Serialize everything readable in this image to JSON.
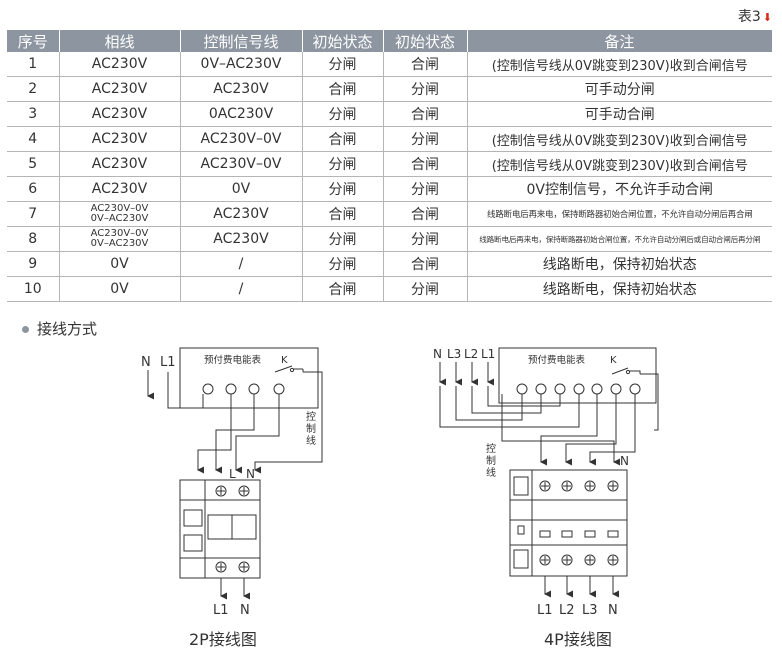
{
  "table_tag": "表3",
  "headers": [
    "序号",
    "相线",
    "控制信号线",
    "初始状态",
    "初始状态",
    "备注"
  ],
  "rows": [
    {
      "no": "1",
      "phase": "AC230V",
      "signal": "0V–AC230V",
      "s1": "分闸",
      "s2": "合闸",
      "note": "(控制信号线从0V跳变到230V)收到合闸信号"
    },
    {
      "no": "2",
      "phase": "AC230V",
      "signal": "AC230V",
      "s1": "合闸",
      "s2": "分闸",
      "note": "可手动分闸"
    },
    {
      "no": "3",
      "phase": "AC230V",
      "signal": "0AC230V",
      "s1": "分闸",
      "s2": "合闸",
      "note": "可手动合闸"
    },
    {
      "no": "4",
      "phase": "AC230V",
      "signal": "AC230V–0V",
      "s1": "合闸",
      "s2": "分闸",
      "note": "(控制信号线从0V跳变到230V)收到合闸信号"
    },
    {
      "no": "5",
      "phase": "AC230V",
      "signal": "AC230V–0V",
      "s1": "分闸",
      "s2": "合闸",
      "note": "(控制信号线从0V跳变到230V)收到合闸信号"
    },
    {
      "no": "6",
      "phase": "AC230V",
      "signal": "0V",
      "s1": "分闸",
      "s2": "分闸",
      "note": "0V控制信号，不允许手动合闸"
    },
    {
      "no": "7",
      "phase_l1": "AC230V–0V",
      "phase_l2": "0V–AC230V",
      "signal": "AC230V",
      "s1": "合闸",
      "s2": "合闸",
      "note": "线路断电后再来电，保持断路器初始合闸位置，不允许自动分闸后再合闸"
    },
    {
      "no": "8",
      "phase_l1": "AC230V–0V",
      "phase_l2": "0V–AC230V",
      "signal": "AC230V",
      "s1": "分闸",
      "s2": "分闸",
      "note": "线路断电后再来电，保持断路器初始合闸位置，不允许自动分闸后或自动合闸后再分闸"
    },
    {
      "no": "9",
      "phase": "0V",
      "signal": "/",
      "s1": "分闸",
      "s2": "合闸",
      "note": "线路断电，保持初始状态"
    },
    {
      "no": "10",
      "phase": "0V",
      "signal": "/",
      "s1": "合闸",
      "s2": "分闸",
      "note": "线路断电，保持初始状态"
    }
  ],
  "section_title": "接线方式",
  "diagram_2p": {
    "caption": "2P接线图",
    "meter_label": "预付费电能表",
    "k": "K",
    "in_n": "N",
    "in_l1": "L1",
    "ctrl": "控制线",
    "top_l": "L",
    "top_n": "N",
    "out_l1": "L1",
    "out_n": "N"
  },
  "diagram_4p": {
    "caption": "4P接线图",
    "meter_label": "预付费电能表",
    "k": "K",
    "in_n": "N",
    "in_l3": "L3",
    "in_l2": "L2",
    "in_l1": "L1",
    "ctrl": "控制线",
    "top_n": "N",
    "out_l1": "L1",
    "out_l2": "L2",
    "out_l3": "L3",
    "out_n": "N"
  },
  "colors": {
    "header_bg": "#8c95a0",
    "rule": "#b5b5b5",
    "arrow_red": "#d62b1f",
    "line": "#333333"
  }
}
